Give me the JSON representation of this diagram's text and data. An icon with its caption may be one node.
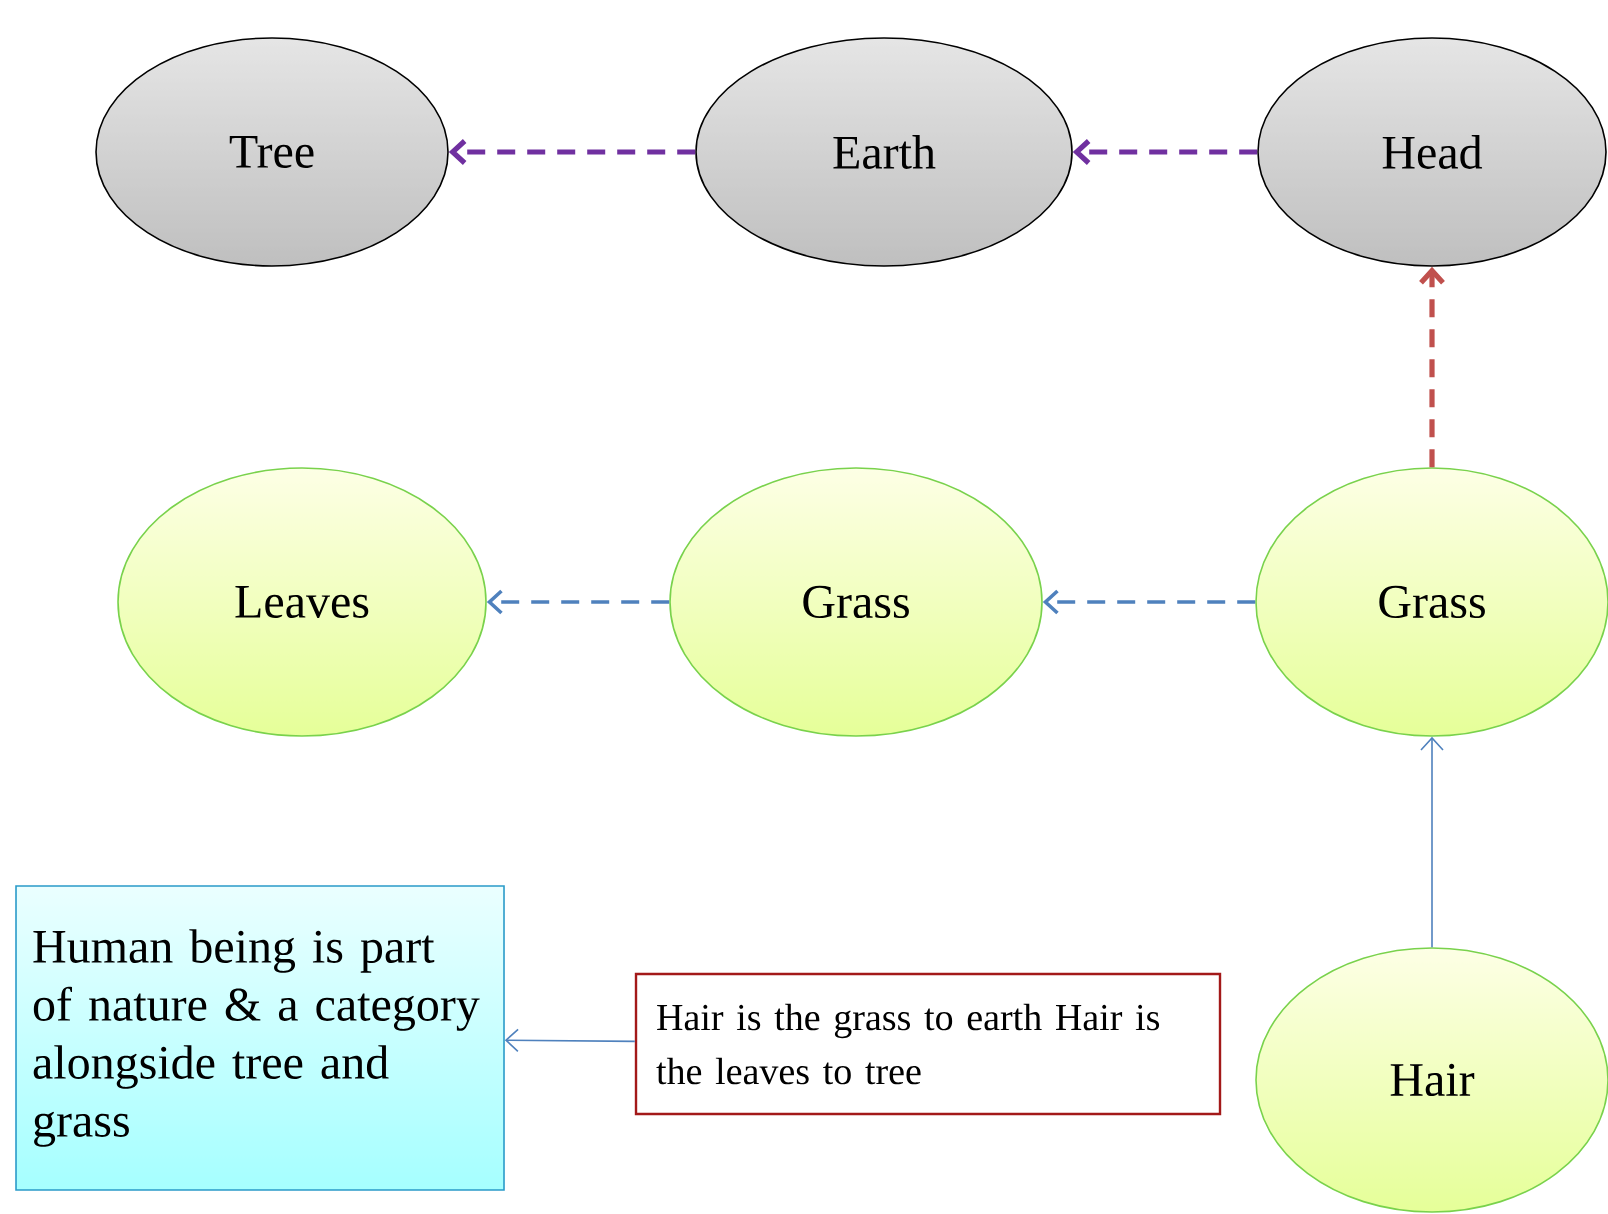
{
  "diagram": {
    "nodes": [
      {
        "text": [
          "Tree"
        ]
      },
      {
        "text": [
          "Earth"
        ]
      },
      {
        "text": [
          "Head"
        ]
      },
      {
        "text": [
          "Leaves"
        ]
      },
      {
        "text": [
          "Grass"
        ]
      },
      {
        "text": [
          "Grass"
        ]
      },
      {
        "text": [
          "Human being is part of nature & a category alongside tree and grass"
        ]
      },
      {
        "text": [
          "Hair is the grass to earth Hair is the leaves to tree"
        ]
      },
      {
        "text": [
          "Hair"
        ]
      }
    ],
    "edges": [
      {
        "from": 1,
        "to": 0,
        "arrow": "to",
        "style": "dashed",
        "color": "#7030a0"
      },
      {
        "from": 2,
        "to": 1,
        "arrow": "to",
        "style": "dashed",
        "color": "#7030a0"
      },
      {
        "from": 5,
        "to": 2,
        "arrow": "to",
        "style": "dashed",
        "color": "#c0504d"
      },
      {
        "from": 4,
        "to": 3,
        "arrow": "to",
        "style": "dashed"
      },
      {
        "from": 5,
        "to": 4,
        "arrow": "to",
        "style": "dashed"
      },
      {
        "from": 8,
        "to": 5,
        "arrow": "to"
      },
      {
        "from": 7,
        "to": 6,
        "arrow": "to"
      }
    ]
  }
}
